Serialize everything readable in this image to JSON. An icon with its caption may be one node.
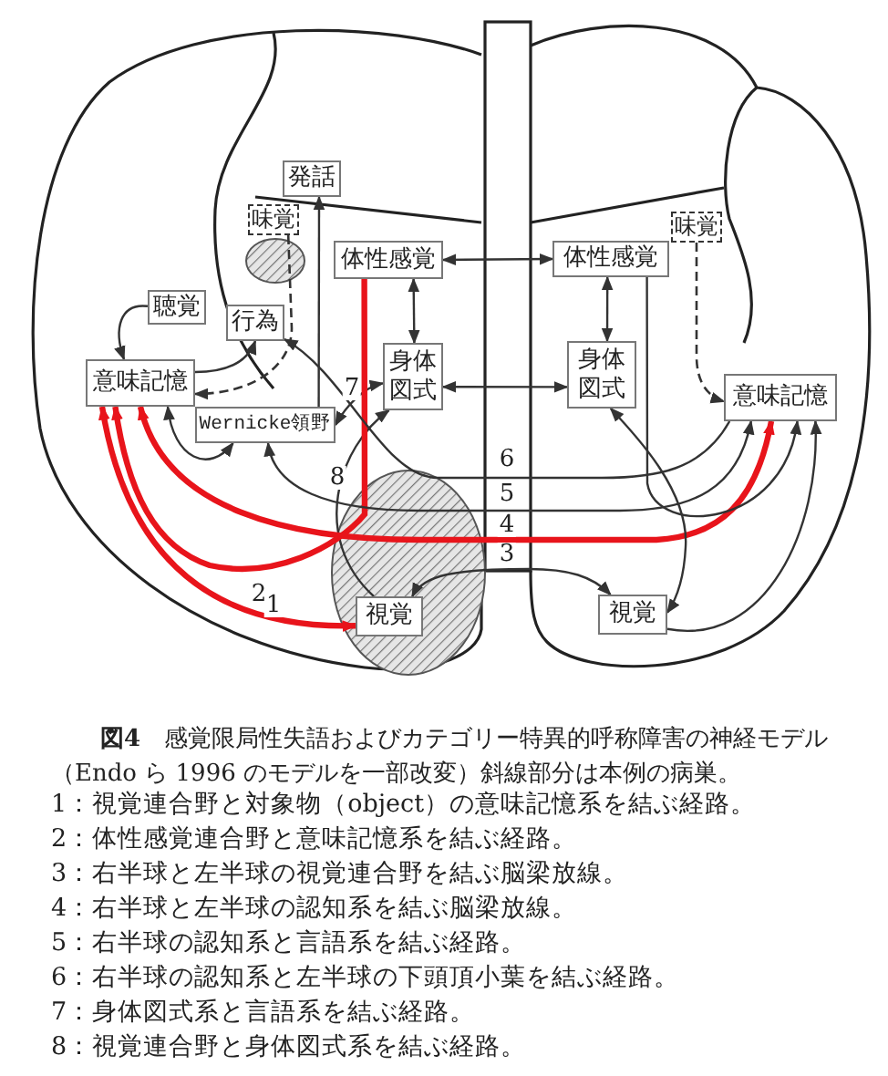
{
  "diagram": {
    "caption": "**図4**　感覚限局性失語およびカテゴリー特異的呼称障害の神経モデル（Endo ら 1996 のモデルを一部改変）斜線部分は本例の病巣。",
    "nodes": [
      {
        "text": [
          "発話"
        ]
      },
      {
        "text": [
          "味覚"
        ]
      },
      {
        "text": [
          "体性感覚"
        ]
      },
      {
        "text": [
          "聴覚"
        ]
      },
      {
        "text": [
          "行為"
        ]
      },
      {
        "text": [
          "意味記憶"
        ]
      },
      {
        "text": [
          "身体図式"
        ]
      },
      {
        "text": [
          "Wernicke領野"
        ]
      },
      {
        "text": [
          "視覚"
        ]
      },
      {
        "text": [
          "体性感覚"
        ]
      },
      {
        "text": [
          "味覚"
        ]
      },
      {
        "text": [
          "身体図式"
        ]
      },
      {
        "text": [
          "意味記憶"
        ]
      },
      {
        "text": [
          "視覚"
        ]
      }
    ],
    "edges": [
      {
        "from": 3,
        "to": 5,
        "arrow": "to"
      },
      {
        "from": 5,
        "to": 4,
        "arrow": "to"
      },
      {
        "from": 1,
        "to": 5,
        "arrow": "to",
        "style": "dashed"
      },
      {
        "from": 7,
        "to": 0,
        "arrow": "to"
      },
      {
        "from": 2,
        "to": 6,
        "arrow": "both"
      },
      {
        "from": 2,
        "to": 9,
        "arrow": "both"
      },
      {
        "from": 6,
        "to": 11,
        "arrow": "both"
      },
      {
        "from": 9,
        "to": 11,
        "arrow": "both"
      },
      {
        "from": 5,
        "to": 7,
        "arrow": "both"
      },
      {
        "from": 6,
        "to": 7,
        "arrow": "both",
        "label": "7"
      },
      {
        "from": 8,
        "to": 6,
        "arrow": "to",
        "label": "8"
      },
      {
        "from": 8,
        "to": 5,
        "arrow": "both",
        "label": "1",
        "style": "thick",
        "color": "#e8141b"
      },
      {
        "from": 2,
        "to": 5,
        "arrow": "to",
        "label": "2",
        "style": "thick",
        "color": "#e8141b"
      },
      {
        "from": 8,
        "to": 13,
        "arrow": "both",
        "label": "3"
      },
      {
        "from": 12,
        "to": 5,
        "arrow": "both",
        "label": "4",
        "style": "thick",
        "color": "#e8141b"
      },
      {
        "from": 12,
        "to": 7,
        "arrow": "both",
        "label": "5"
      },
      {
        "from": 12,
        "to": 4,
        "arrow": "to",
        "label": "6"
      },
      {
        "from": 9,
        "to": 12,
        "arrow": "to"
      },
      {
        "from": 13,
        "to": 12,
        "arrow": "to"
      },
      {
        "from": 13,
        "to": 11,
        "arrow": "both"
      },
      {
        "from": 10,
        "to": 12,
        "arrow": "to",
        "style": "dashed"
      }
    ],
    "labels": [
      "1：視覚連合野と対象物（object）の意味記憶系を結ぶ経路。",
      "2：体性感覚連合野と意味記憶系を結ぶ経路。",
      "3：右半球と左半球の視覚連合野を結ぶ脳梁放線。",
      "4：右半球と左半球の認知系を結ぶ脳梁放線。",
      "5：右半球の認知系と言語系を結ぶ経路。",
      "6：右半球の認知系と左半球の下頭頂小葉を結ぶ経路。",
      "7：身体図式系と言語系を結ぶ経路。",
      "8：視覚連合野と身体図式系を結ぶ経路。"
    ]
  }
}
